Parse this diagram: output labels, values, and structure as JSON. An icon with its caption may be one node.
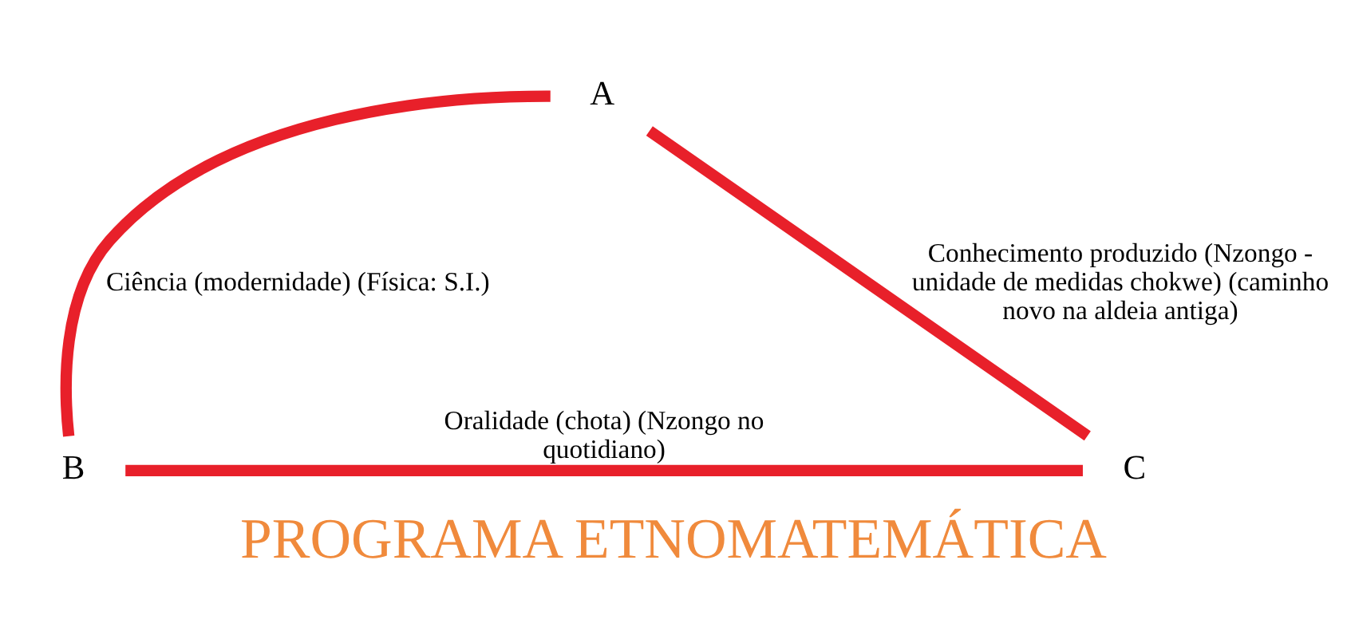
{
  "diagram": {
    "caption": "PROGRAMA ETNOMATEMÁTICA",
    "nodes": [
      {
        "text": [
          "A"
        ]
      },
      {
        "text": [
          "B"
        ]
      },
      {
        "text": [
          "C"
        ]
      }
    ],
    "edges": [
      {
        "from": 0,
        "to": 1,
        "arrow": "none",
        "label": "Ciência (modernidade) (Física: S.I.)"
      },
      {
        "from": 0,
        "to": 2,
        "arrow": "none",
        "label": "Conhecimento produzido (Nzongo - unidade de medidas chokwe) (caminho novo na aldeia antiga)"
      },
      {
        "from": 1,
        "to": 2,
        "arrow": "none",
        "label": "Oralidade (chota) (Nzongo no quotidiano)"
      }
    ]
  }
}
